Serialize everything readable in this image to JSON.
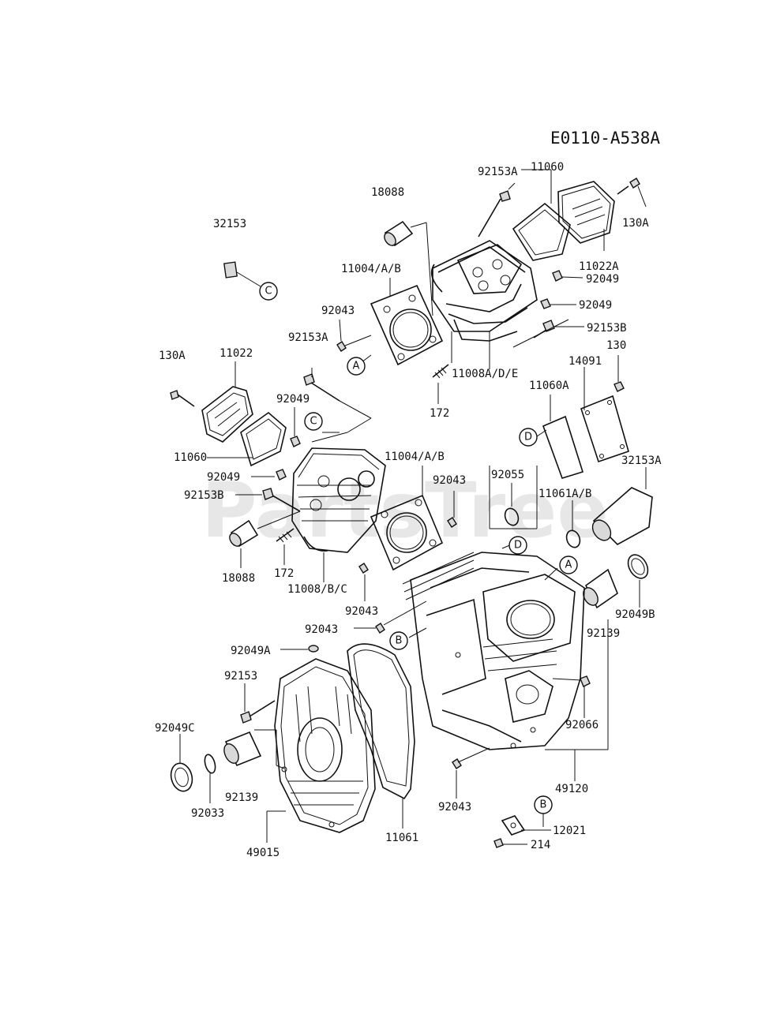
{
  "diagram_code": "E0110-A538A",
  "watermark": "PartsTree",
  "parts": {
    "p32153": "32153",
    "p18088_top": "18088",
    "p92153A_top": "92153A",
    "p11060_top": "11060",
    "p130A_right": "130A",
    "p11022A": "11022A",
    "p92049_r1": "92049",
    "p11004_top": "11004/A/B",
    "p92043_top": "92043",
    "p92049_r2": "92049",
    "p92153B_right": "92153B",
    "p92153A_left": "92153A",
    "p130A_left": "130A",
    "p11022": "11022",
    "p11008ADE": "11008A/D/E",
    "p130": "130",
    "p14091": "14091",
    "p11060A": "11060A",
    "p172_top": "172",
    "p92049_mid": "92049",
    "p11060_left": "11060",
    "p11004_mid": "11004/A/B",
    "p92055": "92055",
    "p32153A": "32153A",
    "p92049_left": "92049",
    "p92043_mid": "92043",
    "p92153B_left": "92153B",
    "p11061AB": "11061A/B",
    "p18088_left": "18088",
    "p172_left": "172",
    "p11008BC": "11008/B/C",
    "p92043_low": "92043",
    "p92049B": "92049B",
    "p92139_right": "92139",
    "p92043_b": "92043",
    "p92049A": "92049A",
    "p92153": "92153",
    "p92066": "92066",
    "p92049C": "92049C",
    "p92139_left": "92139",
    "p92033": "92033",
    "p49015": "49015",
    "p11061": "11061",
    "p92043_bottom": "92043",
    "p49120": "49120",
    "p12021": "12021",
    "p214": "214"
  },
  "refs": {
    "a1": "A",
    "a2": "A",
    "b1": "B",
    "b2": "B",
    "c1": "C",
    "c2": "C",
    "d1": "D",
    "d2": "D"
  }
}
